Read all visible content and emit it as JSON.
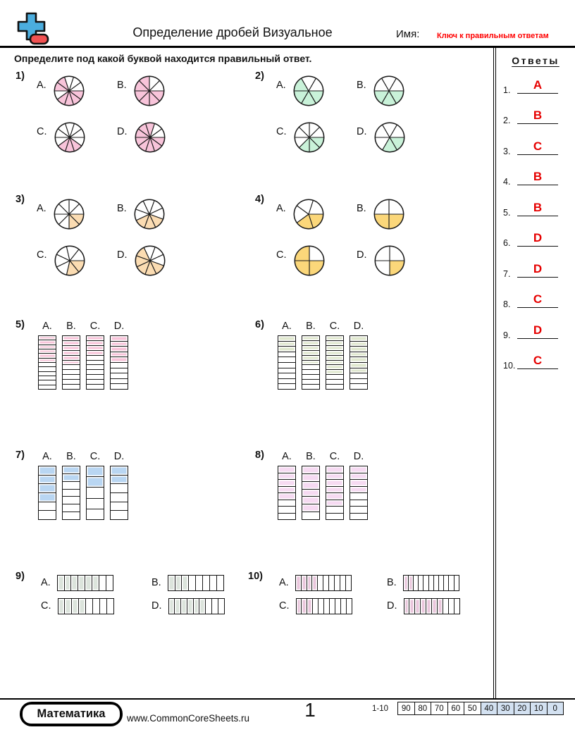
{
  "header": {
    "title": "Определение дробей Визуальное",
    "name_label": "Имя:",
    "key_label": "Ключ к правильным ответам",
    "instruction": "Определите под какой буквой находится правильный ответ."
  },
  "answers_panel": {
    "title": "Ответы",
    "items": [
      {
        "num": "1.",
        "letter": "A"
      },
      {
        "num": "2.",
        "letter": "B"
      },
      {
        "num": "3.",
        "letter": "C"
      },
      {
        "num": "4.",
        "letter": "B"
      },
      {
        "num": "5.",
        "letter": "B"
      },
      {
        "num": "6.",
        "letter": "D"
      },
      {
        "num": "7.",
        "letter": "D"
      },
      {
        "num": "8.",
        "letter": "C"
      },
      {
        "num": "9.",
        "letter": "D"
      },
      {
        "num": "10.",
        "letter": "C"
      }
    ]
  },
  "colors": {
    "answer_red": "#e60000",
    "key_red": "#ff0000",
    "logo_blue": "#4badde",
    "logo_red": "#f15252",
    "score_box_blue": "#d3e1f1"
  },
  "questions": {
    "pie_questions": [
      {
        "num": "1)",
        "color": "#f8c4da",
        "options": [
          {
            "label": "A.",
            "parts": 10,
            "rot": 18,
            "shaded": [
              2,
              3,
              4,
              5,
              7,
              8
            ],
            "fraction": "6/10"
          },
          {
            "label": "B.",
            "parts": 8,
            "rot": 0,
            "shaded": [
              2,
              3,
              4,
              5,
              6,
              7
            ],
            "fraction": "6/8"
          },
          {
            "label": "C.",
            "parts": 10,
            "rot": 18,
            "shaded": [
              3,
              4,
              5
            ],
            "fraction": "3/10"
          },
          {
            "label": "D.",
            "parts": 10,
            "rot": 18,
            "shaded": [
              2,
              3,
              4,
              5,
              6,
              7,
              8,
              9
            ],
            "fraction": "8/10"
          }
        ]
      },
      {
        "num": "2)",
        "color": "#c9f2d9",
        "options": [
          {
            "label": "A.",
            "parts": 6,
            "rot": 30,
            "shaded": [
              1,
              2,
              3,
              4
            ],
            "fraction": "4/6"
          },
          {
            "label": "B.",
            "parts": 6,
            "rot": 30,
            "shaded": [
              1,
              2,
              3
            ],
            "fraction": "3/6"
          },
          {
            "label": "C.",
            "parts": 8,
            "rot": 0,
            "shaded": [
              2,
              3,
              4
            ],
            "fraction": "3/8"
          },
          {
            "label": "D.",
            "parts": 6,
            "rot": 30,
            "shaded": [
              1,
              2
            ],
            "fraction": "2/6"
          }
        ]
      },
      {
        "num": "3)",
        "color": "#fbdcb2",
        "options": [
          {
            "label": "A.",
            "parts": 8,
            "rot": 0,
            "shaded": [
              2,
              3
            ],
            "fraction": "2/8"
          },
          {
            "label": "B.",
            "parts": 8,
            "rot": 20,
            "shaded": [
              2,
              3,
              4
            ],
            "fraction": "3/8"
          },
          {
            "label": "C.",
            "parts": 7,
            "rot": 38.6,
            "shaded": [
              1,
              2
            ],
            "fraction": "2/7"
          },
          {
            "label": "D.",
            "parts": 8,
            "rot": 20,
            "shaded": [
              2,
              3,
              4,
              5,
              6
            ],
            "fraction": "5/8"
          }
        ]
      },
      {
        "num": "4)",
        "color": "#fbd77a",
        "options": [
          {
            "label": "A.",
            "parts": 5,
            "rot": 18,
            "shaded": [
              1,
              2
            ],
            "fraction": "2/5"
          },
          {
            "label": "B.",
            "parts": 4,
            "rot": 0,
            "shaded": [
              1,
              2
            ],
            "fraction": "2/4"
          },
          {
            "label": "C.",
            "parts": 4,
            "rot": 0,
            "shaded": [
              1,
              2,
              3
            ],
            "fraction": "3/4"
          },
          {
            "label": "D.",
            "parts": 4,
            "rot": 0,
            "shaded": [
              1
            ],
            "fraction": "1/4"
          }
        ]
      }
    ],
    "bar_questions": [
      {
        "num": "5)",
        "color": "#f8c4da",
        "options": [
          {
            "label": "A.",
            "parts": 12,
            "shaded": 6,
            "fraction": "6/12"
          },
          {
            "label": "B.",
            "parts": 11,
            "shaded": 6,
            "fraction": "6/11"
          },
          {
            "label": "C.",
            "parts": 11,
            "shaded": 4,
            "fraction": "4/11"
          },
          {
            "label": "D.",
            "parts": 10,
            "shaded": 5,
            "fraction": "5/10"
          }
        ]
      },
      {
        "num": "6)",
        "color": "#e0e8cf",
        "options": [
          {
            "label": "A.",
            "parts": 10,
            "shaded": 3,
            "fraction": "3/10"
          },
          {
            "label": "B.",
            "parts": 11,
            "shaded": 6,
            "fraction": "6/11"
          },
          {
            "label": "C.",
            "parts": 11,
            "shaded": 8,
            "fraction": "8/11"
          },
          {
            "label": "D.",
            "parts": 10,
            "shaded": 7,
            "fraction": "7/10"
          }
        ]
      },
      {
        "num": "7)",
        "color": "#b9d6f2",
        "options": [
          {
            "label": "A.",
            "parts": 6,
            "shaded": 4,
            "fraction": "4/6"
          },
          {
            "label": "B.",
            "parts": 7,
            "shaded": 2,
            "fraction": "2/7"
          },
          {
            "label": "C.",
            "parts": 5,
            "shaded": 2,
            "fraction": "2/5"
          },
          {
            "label": "D.",
            "parts": 6,
            "shaded": 2,
            "fraction": "2/6"
          }
        ]
      },
      {
        "num": "8)",
        "color": "#f6daf2",
        "options": [
          {
            "label": "A.",
            "parts": 8,
            "shaded": 5,
            "fraction": "5/8"
          },
          {
            "label": "B.",
            "parts": 7,
            "shaded": 6,
            "fraction": "6/7"
          },
          {
            "label": "C.",
            "parts": 8,
            "shaded": 6,
            "fraction": "6/8"
          },
          {
            "label": "D.",
            "parts": 8,
            "shaded": 4,
            "fraction": "4/8"
          }
        ]
      }
    ],
    "strip_questions": [
      {
        "num": "9)",
        "color": "#dce4dc",
        "options": [
          {
            "label": "A.",
            "parts": 8,
            "shaded": 6,
            "fraction": "6/8"
          },
          {
            "label": "B.",
            "parts": 8,
            "shaded": 3,
            "fraction": "3/8"
          },
          {
            "label": "C.",
            "parts": 8,
            "shaded": 4,
            "fraction": "4/8"
          },
          {
            "label": "D.",
            "parts": 9,
            "shaded": 6,
            "fraction": "6/9"
          }
        ]
      },
      {
        "num": "10)",
        "color": "#eac6dc",
        "options": [
          {
            "label": "A.",
            "parts": 10,
            "shaded": 4,
            "fraction": "4/10"
          },
          {
            "label": "B.",
            "parts": 11,
            "shaded": 2,
            "fraction": "2/11"
          },
          {
            "label": "C.",
            "parts": 10,
            "shaded": 3,
            "fraction": "3/10"
          },
          {
            "label": "D.",
            "parts": 10,
            "shaded": 7,
            "fraction": "7/10"
          }
        ]
      }
    ]
  },
  "footer": {
    "badge": "Математика",
    "url": "www.CommonCoreSheets.ru",
    "page": "1",
    "score_label": "1-10",
    "score_values": [
      "90",
      "80",
      "70",
      "60",
      "50",
      "40",
      "30",
      "20",
      "10",
      "0"
    ],
    "score_highlight_from": 5
  }
}
